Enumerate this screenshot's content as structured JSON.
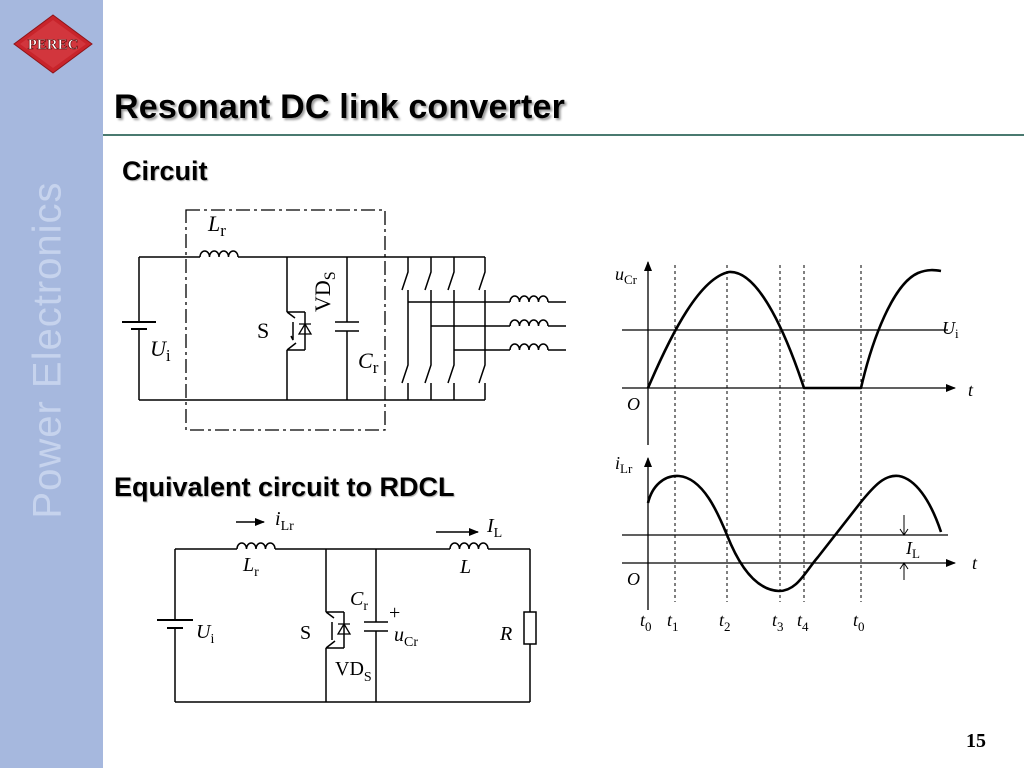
{
  "logo": {
    "text": "PEREC"
  },
  "sidebar": {
    "text": "Power  Electronics"
  },
  "title": "Resonant DC link converter",
  "sections": {
    "circuit": "Circuit",
    "equivalent": "Equivalent circuit to RDCL"
  },
  "circuit_labels": {
    "Lr_main": "L",
    "Lr_sub": "r",
    "VDS_main": "VD",
    "VDS_sub": "S",
    "S": "S",
    "Cr_main": "C",
    "Cr_sub": "r",
    "Ui_main": "U",
    "Ui_sub": "i"
  },
  "equiv_labels": {
    "iLr_main": "i",
    "iLr_sub": "Lr",
    "IL_main": "I",
    "IL_sub": "L",
    "Lr_main": "L",
    "Lr_sub": "r",
    "L": "L",
    "Cr_main": "C",
    "Cr_sub": "r",
    "plus": "+",
    "uCr_main": "u",
    "uCr_sub": "Cr",
    "S": "S",
    "R": "R",
    "Ui_main": "U",
    "Ui_sub": "i",
    "VDS_main": "VD",
    "VDS_sub": "S"
  },
  "waveform_labels": {
    "uCr_main": "u",
    "uCr_sub": "Cr",
    "Ui_main": "U",
    "Ui_sub": "i",
    "t": "t",
    "O": "O",
    "iLr_main": "i",
    "iLr_sub": "Lr",
    "IL_main": "I",
    "IL_sub": "L",
    "times": [
      {
        "main": "t",
        "sub": "0"
      },
      {
        "main": "t",
        "sub": "1"
      },
      {
        "main": "t",
        "sub": "2"
      },
      {
        "main": "t",
        "sub": "3"
      },
      {
        "main": "t",
        "sub": "4"
      },
      {
        "main": "t",
        "sub": "0"
      }
    ]
  },
  "page_number": "15",
  "colors": {
    "sidebar": "#a6b8de",
    "sidebar_text": "#c6d3ed",
    "logo_red": "#c8242b",
    "rule": "#4a7a70"
  }
}
